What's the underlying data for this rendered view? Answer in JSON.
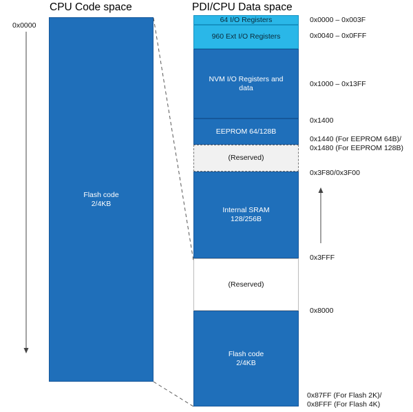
{
  "titles": {
    "cpu": "CPU Code space",
    "pdi": "PDI/CPU Data space"
  },
  "cpu_space": {
    "start_address": "0x0000",
    "block": {
      "line1": "Flash code",
      "line2": "2/4KB"
    }
  },
  "data_space": {
    "blocks": [
      {
        "line1": "64 I/O Registers",
        "line2": ""
      },
      {
        "line1": "960 Ext I/O Registers",
        "line2": ""
      },
      {
        "line1": "NVM I/O Registers and",
        "line2": "data"
      },
      {
        "line1": "EEPROM 64/128B",
        "line2": ""
      },
      {
        "line1": "(Reserved)",
        "line2": ""
      },
      {
        "line1": "Internal SRAM",
        "line2": "128/256B"
      },
      {
        "line1": "(Reserved)",
        "line2": ""
      },
      {
        "line1": "Flash code",
        "line2": "2/4KB"
      }
    ],
    "addresses": [
      "0x0000 – 0x003F",
      "0x0040 – 0x0FFF",
      "0x1000 – 0x13FF",
      "0x1400",
      "0x1440 (For EEPROM 64B)/",
      "0x1480 (For EEPROM 128B)",
      "0x3F80/0x3F00",
      "0x3FFF",
      "0x8000",
      "0x87FF (For Flash 2K)/",
      "0x8FFF (For Flash 4K)"
    ]
  },
  "colors": {
    "block_blue": "#1f6fba",
    "io_light_blue": "#2ab7e8",
    "reserved_grey": "#f1f1f1"
  }
}
